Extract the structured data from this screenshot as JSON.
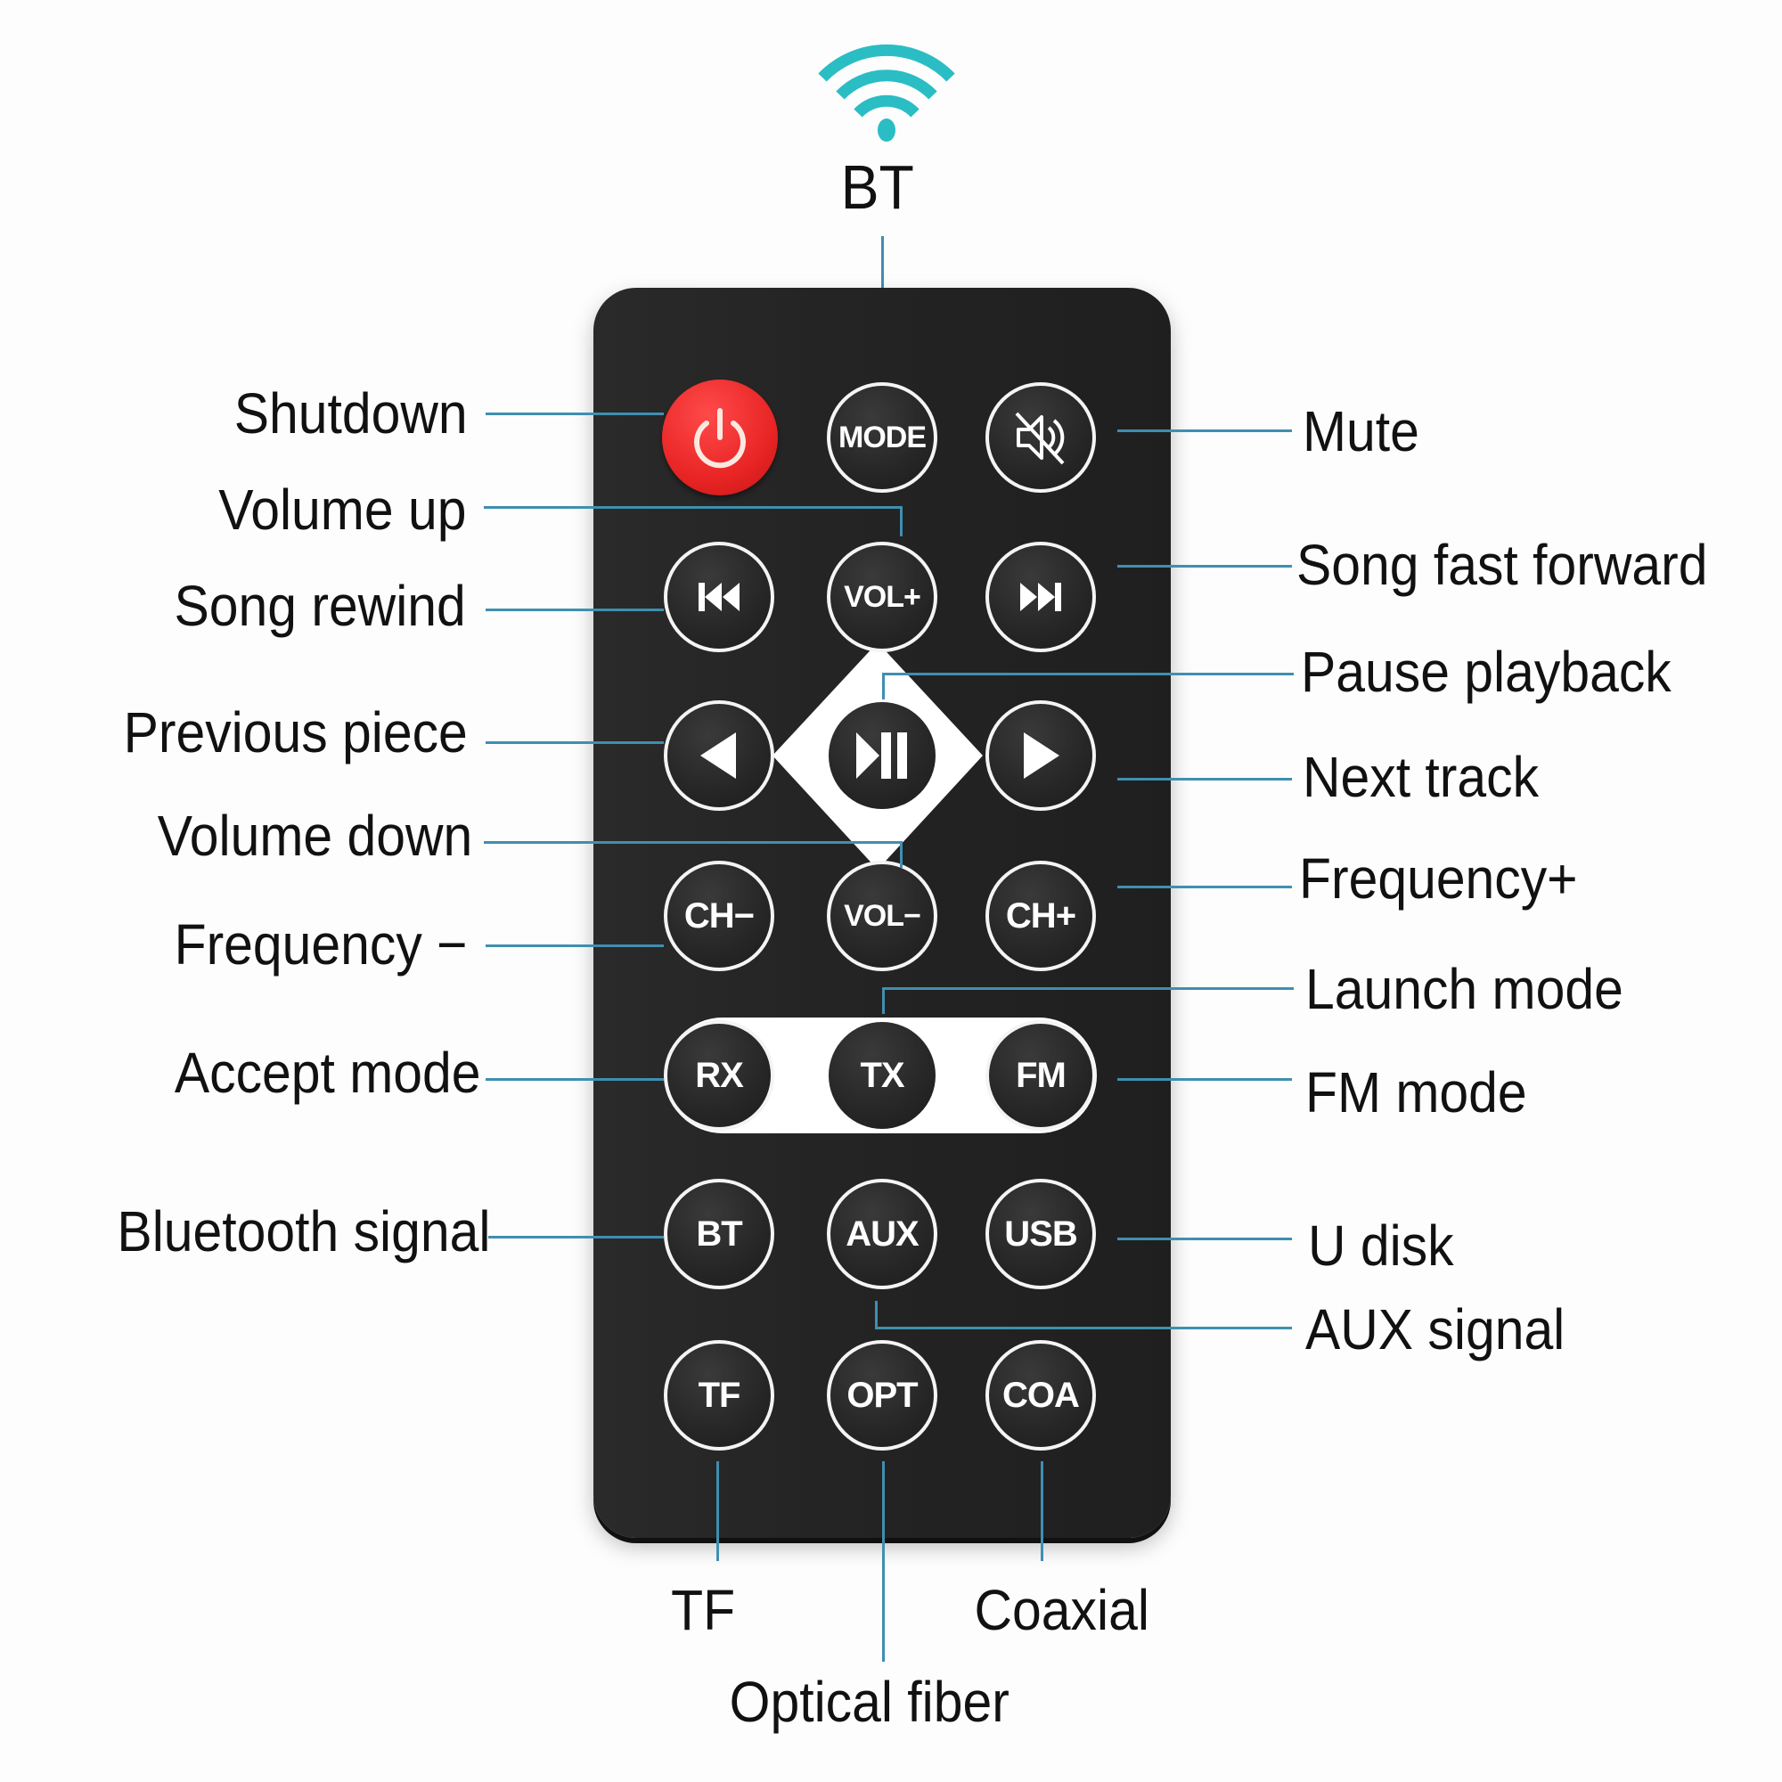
{
  "header": {
    "signal_icon": "wifi-signal-icon",
    "signal_color": "#2bbdc4",
    "title": "BT"
  },
  "remote": {
    "body_color": "#242424",
    "buttons": [
      {
        "id": "power",
        "text": "",
        "icon": "power-icon",
        "color": "#e92525"
      },
      {
        "id": "mode",
        "text": "MODE"
      },
      {
        "id": "mute",
        "text": "",
        "icon": "mute-speaker-icon"
      },
      {
        "id": "rewind",
        "text": "",
        "icon": "skip-back-icon"
      },
      {
        "id": "vol_up",
        "text": "VOL+"
      },
      {
        "id": "fast_forward",
        "text": "",
        "icon": "skip-forward-icon"
      },
      {
        "id": "previous",
        "text": "",
        "icon": "triangle-left-icon"
      },
      {
        "id": "play_pause",
        "text": "",
        "icon": "play-pause-icon"
      },
      {
        "id": "next",
        "text": "",
        "icon": "triangle-right-icon"
      },
      {
        "id": "ch_minus",
        "text": "CH−"
      },
      {
        "id": "vol_down",
        "text": "VOL−"
      },
      {
        "id": "ch_plus",
        "text": "CH+"
      },
      {
        "id": "rx",
        "text": "RX"
      },
      {
        "id": "tx",
        "text": "TX"
      },
      {
        "id": "fm",
        "text": "FM"
      },
      {
        "id": "bt",
        "text": "BT"
      },
      {
        "id": "aux",
        "text": "AUX"
      },
      {
        "id": "usb",
        "text": "USB"
      },
      {
        "id": "tf",
        "text": "TF"
      },
      {
        "id": "opt",
        "text": "OPT"
      },
      {
        "id": "coa",
        "text": "COA"
      }
    ]
  },
  "labels": {
    "left": {
      "shutdown": "Shutdown",
      "volume_up": "Volume up",
      "song_rewind": "Song rewind",
      "previous_piece": "Previous piece",
      "volume_down": "Volume down",
      "frequency_minus": "Frequency −",
      "accept_mode": "Accept mode",
      "bluetooth_signal": "Bluetooth signal"
    },
    "right": {
      "mute": "Mute",
      "song_fast_forward": "Song fast forward",
      "pause_playback": "Pause playback",
      "next_track": "Next track",
      "frequency_plus": "Frequency+",
      "launch_mode": "Launch mode",
      "fm_mode": "FM mode",
      "u_disk": "U disk",
      "aux_signal": "AUX signal"
    },
    "bottom": {
      "tf": "TF",
      "coaxial": "Coaxial",
      "optical_fiber": "Optical fiber"
    }
  },
  "colors": {
    "connector_line": "#3f8fb0",
    "label_text": "#111111",
    "background": "#fdfdfd"
  }
}
